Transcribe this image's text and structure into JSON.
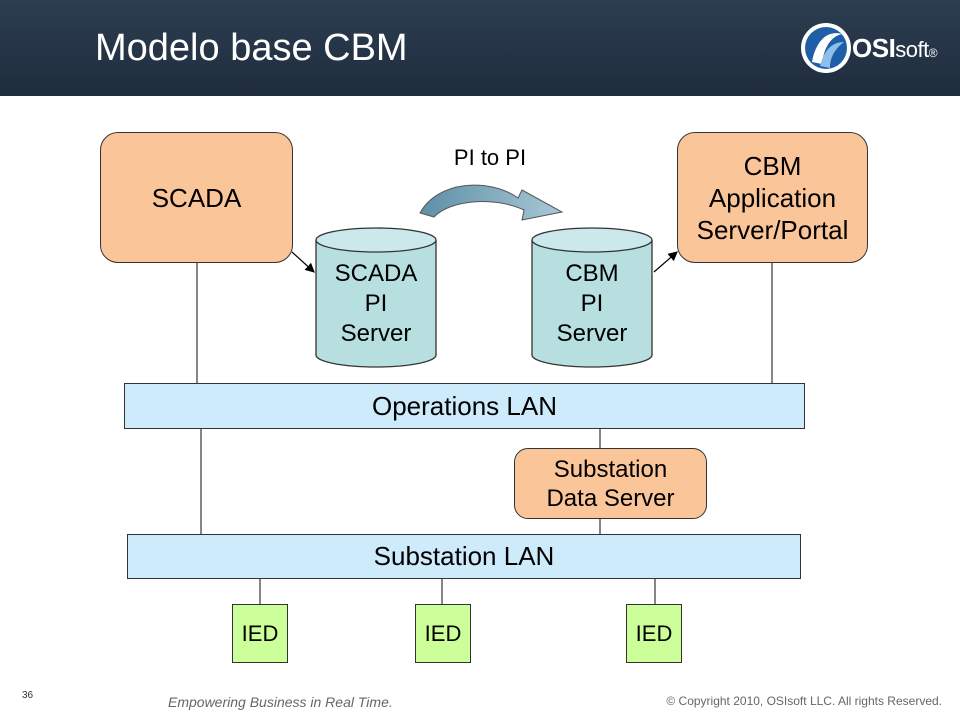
{
  "slide": {
    "title": "Modelo base CBM",
    "page_number": "36",
    "footer_left": "Empowering Business in Real Time.",
    "footer_right": "© Copyright 2010, OSIsoft LLC. All rights Reserved."
  },
  "logo": {
    "brand_bold": "OSI",
    "brand_rest": "soft",
    "mark": "®",
    "icon": "osisoft-swirl-icon"
  },
  "diagram": {
    "scada": "SCADA",
    "cbm_app": "CBM\nApplication\nServer/Portal",
    "scada_pi": "SCADA\nPI\nServer",
    "cbm_pi": "CBM\nPI\nServer",
    "pi_to_pi": "PI to PI",
    "operations_lan": "Operations LAN",
    "substation_server": "Substation\nData Server",
    "substation_lan": "Substation LAN",
    "ied_1": "IED",
    "ied_2": "IED",
    "ied_3": "IED"
  },
  "colors": {
    "header": "#1e2c3c",
    "orange_box": "#fbc59a",
    "cylinder": "#b7dfe0",
    "lan": "#cdebfb",
    "ied": "#ccff99",
    "arrow": "#6f9bb0"
  }
}
